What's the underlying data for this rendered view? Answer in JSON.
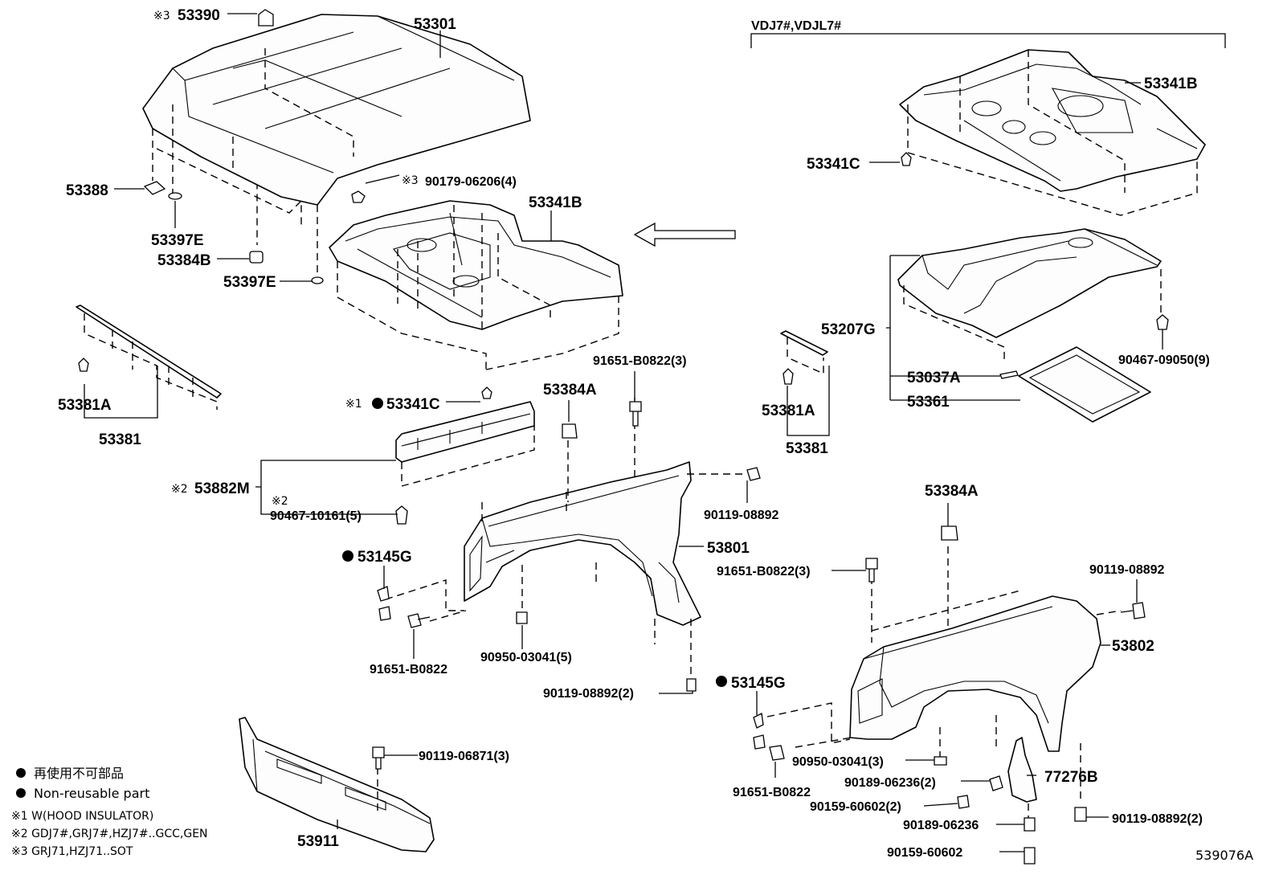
{
  "diagram_id": "539076A",
  "variant_heading": "VDJ7#,VDJL7#",
  "legend": {
    "bullet_jp": "再使用不可部品",
    "bullet_en": "Non-reusable part",
    "note1": "※1  W(HOOD INSULATOR)",
    "note2": "※2  GDJ7#,GRJ7#,HZJ7#..GCC,GEN",
    "note3": "※3  GRJ71,HZJ71..SOT"
  },
  "labels": {
    "p53390": "53390",
    "p53301": "53301",
    "p90179": "90179-06206(4)",
    "p53341B_main": "53341B",
    "p53388": "53388",
    "p53397E_a": "53397E",
    "p53384B": "53384B",
    "p53397E_b": "53397E",
    "p53381A_l": "53381A",
    "p53381_l": "53381",
    "p53341C_main": "53341C",
    "p53384A_l": "53384A",
    "p91651_top": "91651-B0822(3)",
    "p53882M": "53882M",
    "p90467_10161": "90467-10161(5)",
    "p90119_08892_top": "90119-08892",
    "p53801": "53801",
    "p53145G_l": "53145G",
    "p91651_l": "91651-B0822",
    "p90950_l": "90950-03041(5)",
    "p90119_08892_2": "90119-08892(2)",
    "p90119_06871": "90119-06871(3)",
    "p53911": "53911",
    "p53341B_r": "53341B",
    "p53341C_r": "53341C",
    "p53207G": "53207G",
    "p90467_09050": "90467-09050(9)",
    "p53037A": "53037A",
    "p53361": "53361",
    "p53381A_r": "53381A",
    "p53381_r": "53381",
    "p53384A_r": "53384A",
    "p91651_r": "91651-B0822(3)",
    "p90119_08892_r": "90119-08892",
    "p53802": "53802",
    "p53145G_r": "53145G",
    "p90950_r": "90950-03041(3)",
    "p91651_rb": "91651-B0822",
    "p90189_2": "90189-06236(2)",
    "p77276B": "77276B",
    "p90159_2": "90159-60602(2)",
    "p90189": "90189-06236",
    "p90119_08892_r2": "90119-08892(2)",
    "p90159": "90159-60602"
  },
  "marks": {
    "m1": "※1",
    "m2": "※2",
    "m3": "※3"
  }
}
